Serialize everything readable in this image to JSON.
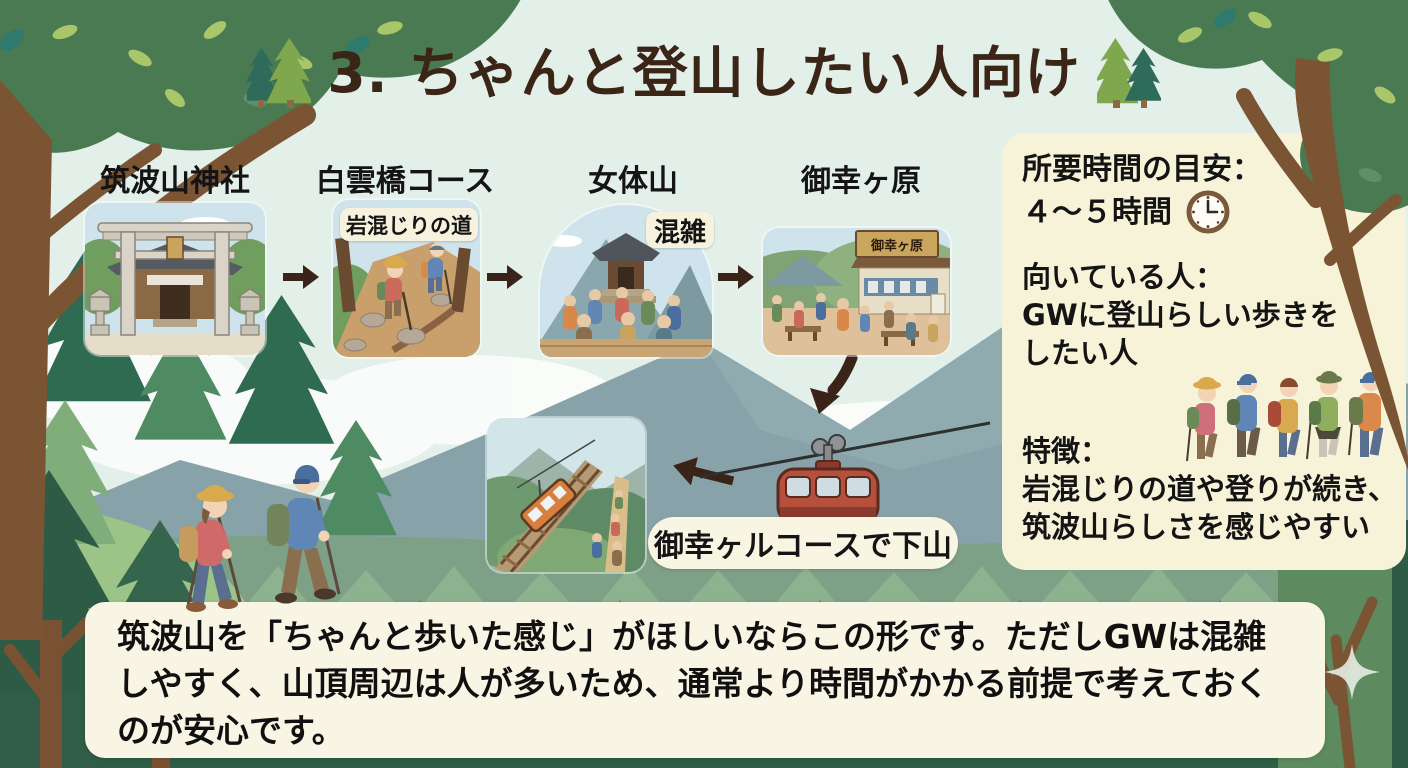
{
  "title": {
    "text": "3. ちゃんと登山したい人向け"
  },
  "flow": {
    "steps": [
      {
        "label": "筑波山神社"
      },
      {
        "label": "白雲橋コース",
        "badge": "岩混じりの道"
      },
      {
        "label": "女体山",
        "badge": "混雑"
      },
      {
        "label": "御幸ヶ原",
        "sign": "御幸ヶ原"
      }
    ],
    "descent_label": "御幸ヶルコースで下山"
  },
  "info_panel": {
    "duration_title": "所要時間の目安：",
    "duration_value": "４～５時間",
    "suited_title": "向いている人：",
    "suited_body": "GWに登山らしい歩きを\nしたい人",
    "features_title": "特徴：",
    "features_body": "岩混じりの道や登りが続き、\n筑波山らしさを感じやすい"
  },
  "bottom_note": {
    "text": "筑波山を「ちゃんと歩いた感じ」がほしいならこの形です。ただしGWは混雑\nしやすく、山頂周辺は人が多いため、通常より時間がかかる前提で考えておく\nのが安心です。"
  },
  "icons": {
    "clock": "clock-icon",
    "pine_trees": "pine-tree-icon",
    "arrow_right": "arrow-right-icon",
    "arrow_down_left": "arrow-down-left-icon",
    "arrow_left": "arrow-left-icon",
    "sparkle": "sparkle-icon"
  },
  "colors": {
    "sky": "#e3efe9",
    "mountain_far": "#87a3a9",
    "forest_mid": "#7da086",
    "forest_dark": "#2f5d46",
    "meadow": "#a3c47e",
    "panel_cream": "#f7f3d8",
    "note_cream": "#f8f5e4",
    "badge_cream": "#f7f2de",
    "title_brown": "#3a2517",
    "arrow_brown": "#3a241a",
    "text_black": "#141414",
    "gondola_red": "#b5503c",
    "trunk_brown": "#7b5434"
  }
}
